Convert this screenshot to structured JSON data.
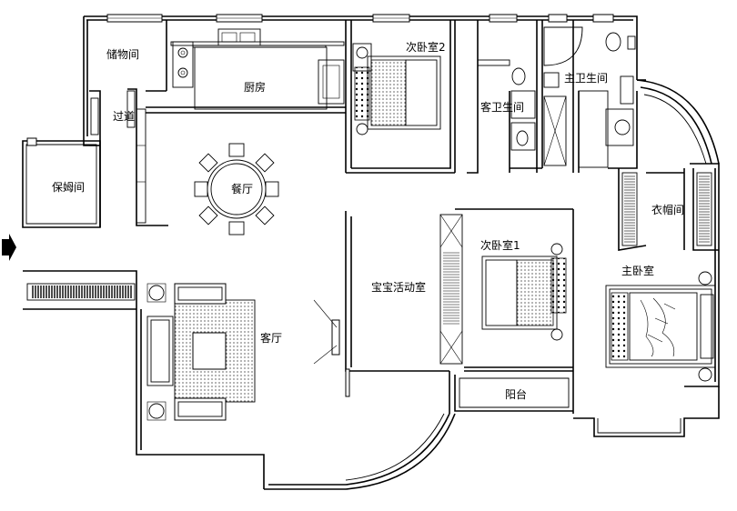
{
  "rooms": {
    "storage": "储物间",
    "corridor": "过道",
    "maid_room": "保姆间",
    "kitchen": "厨房",
    "dining": "餐厅",
    "bedroom2": "次卧室2",
    "guest_bath": "客卫生间",
    "master_bath": "主卫生间",
    "closet": "衣帽间",
    "bedroom1": "次卧室1",
    "baby_room": "宝宝活动室",
    "master_bedroom": "主卧室",
    "living": "客厅",
    "balcony": "阳台"
  }
}
